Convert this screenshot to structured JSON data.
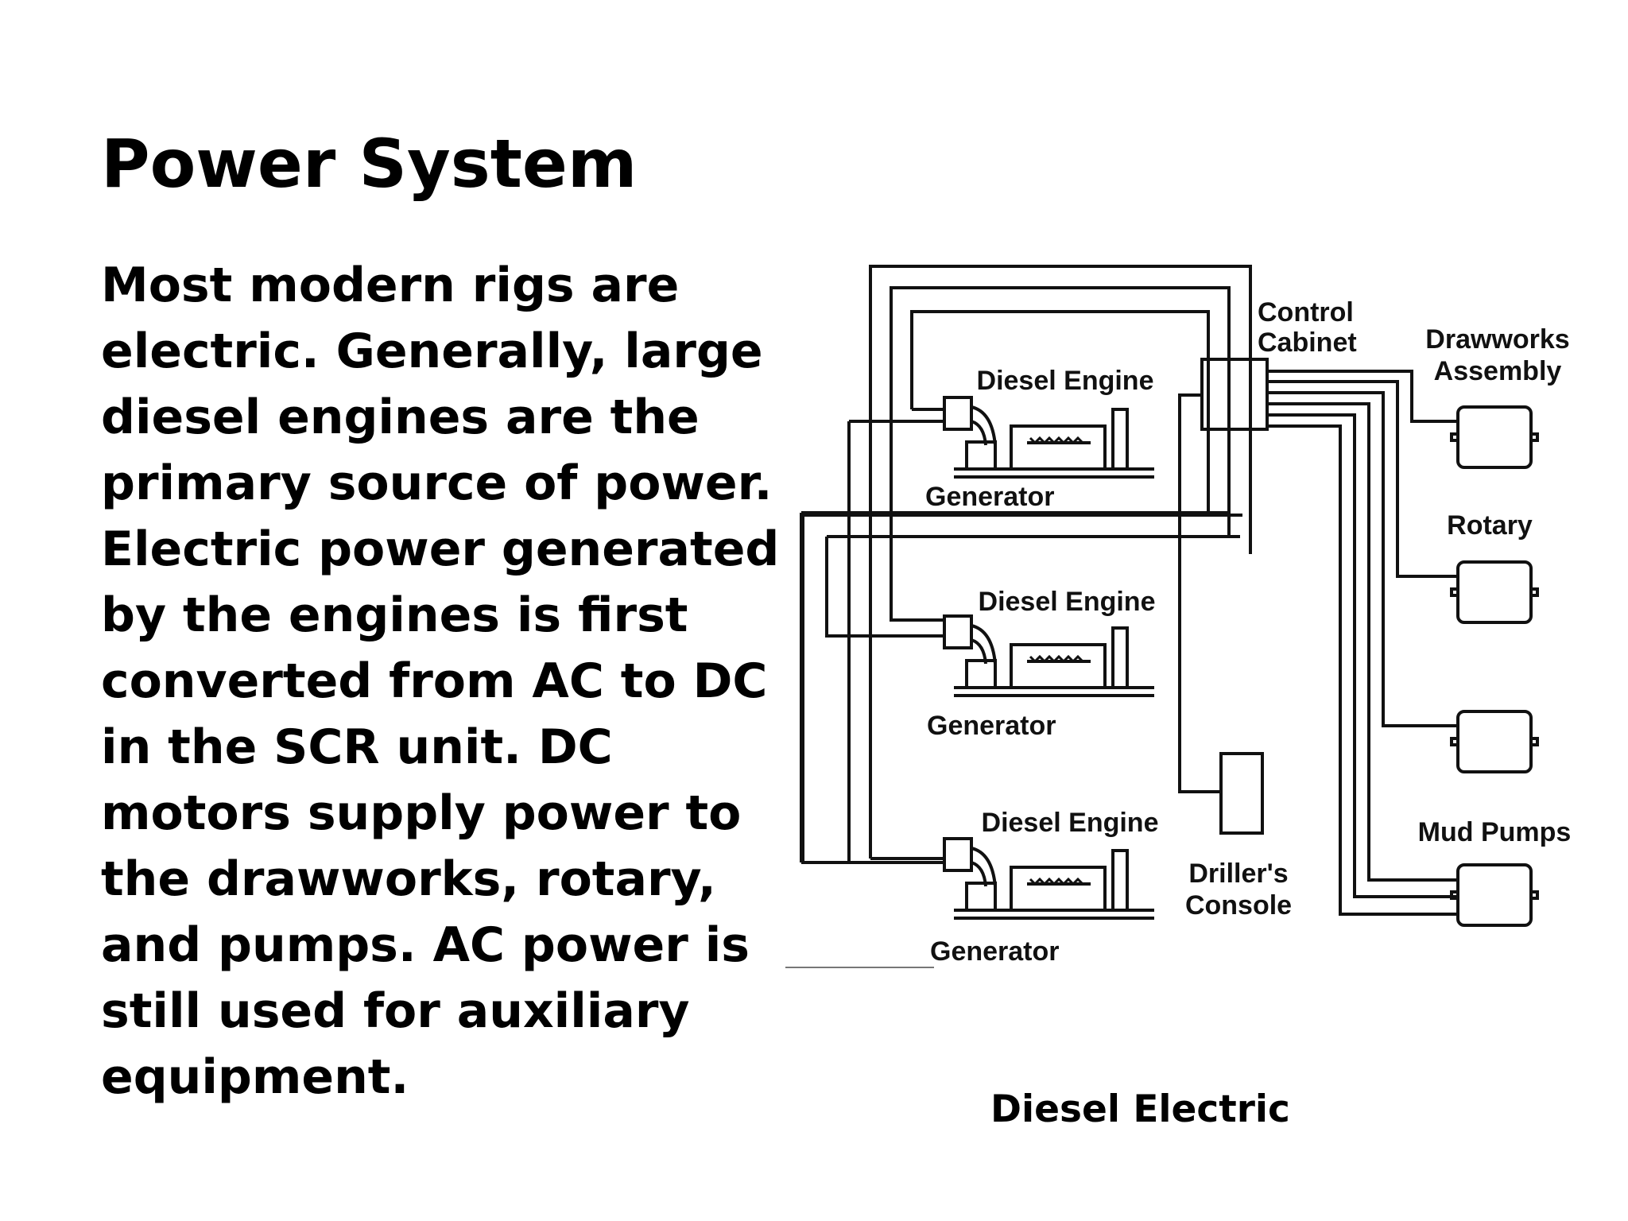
{
  "slide": {
    "title": "Power System",
    "body": "Most modern rigs are electric. Generally, large diesel engines are the primary source of power. Electric power generated by the engines is first converted from AC to DC in the SCR unit. DC motors supply power to the drawworks, rotary, and pumps. AC power is still used for auxiliary equipment."
  },
  "diagram": {
    "caption": "Diesel Electric",
    "labels": {
      "control_cabinet_1": "Control",
      "control_cabinet_2": "Cabinet",
      "drawworks_1": "Drawworks",
      "drawworks_2": "Assembly",
      "rotary": "Rotary",
      "mud_pumps": "Mud Pumps",
      "drillers_console_1": "Driller's",
      "drillers_console_2": "Console",
      "engine_1": "Diesel Engine",
      "generator_1": "Generator",
      "engine_2": "Diesel Engine",
      "generator_2": "Generator",
      "engine_3": "Diesel Engine",
      "generator_3": "Generator"
    }
  }
}
